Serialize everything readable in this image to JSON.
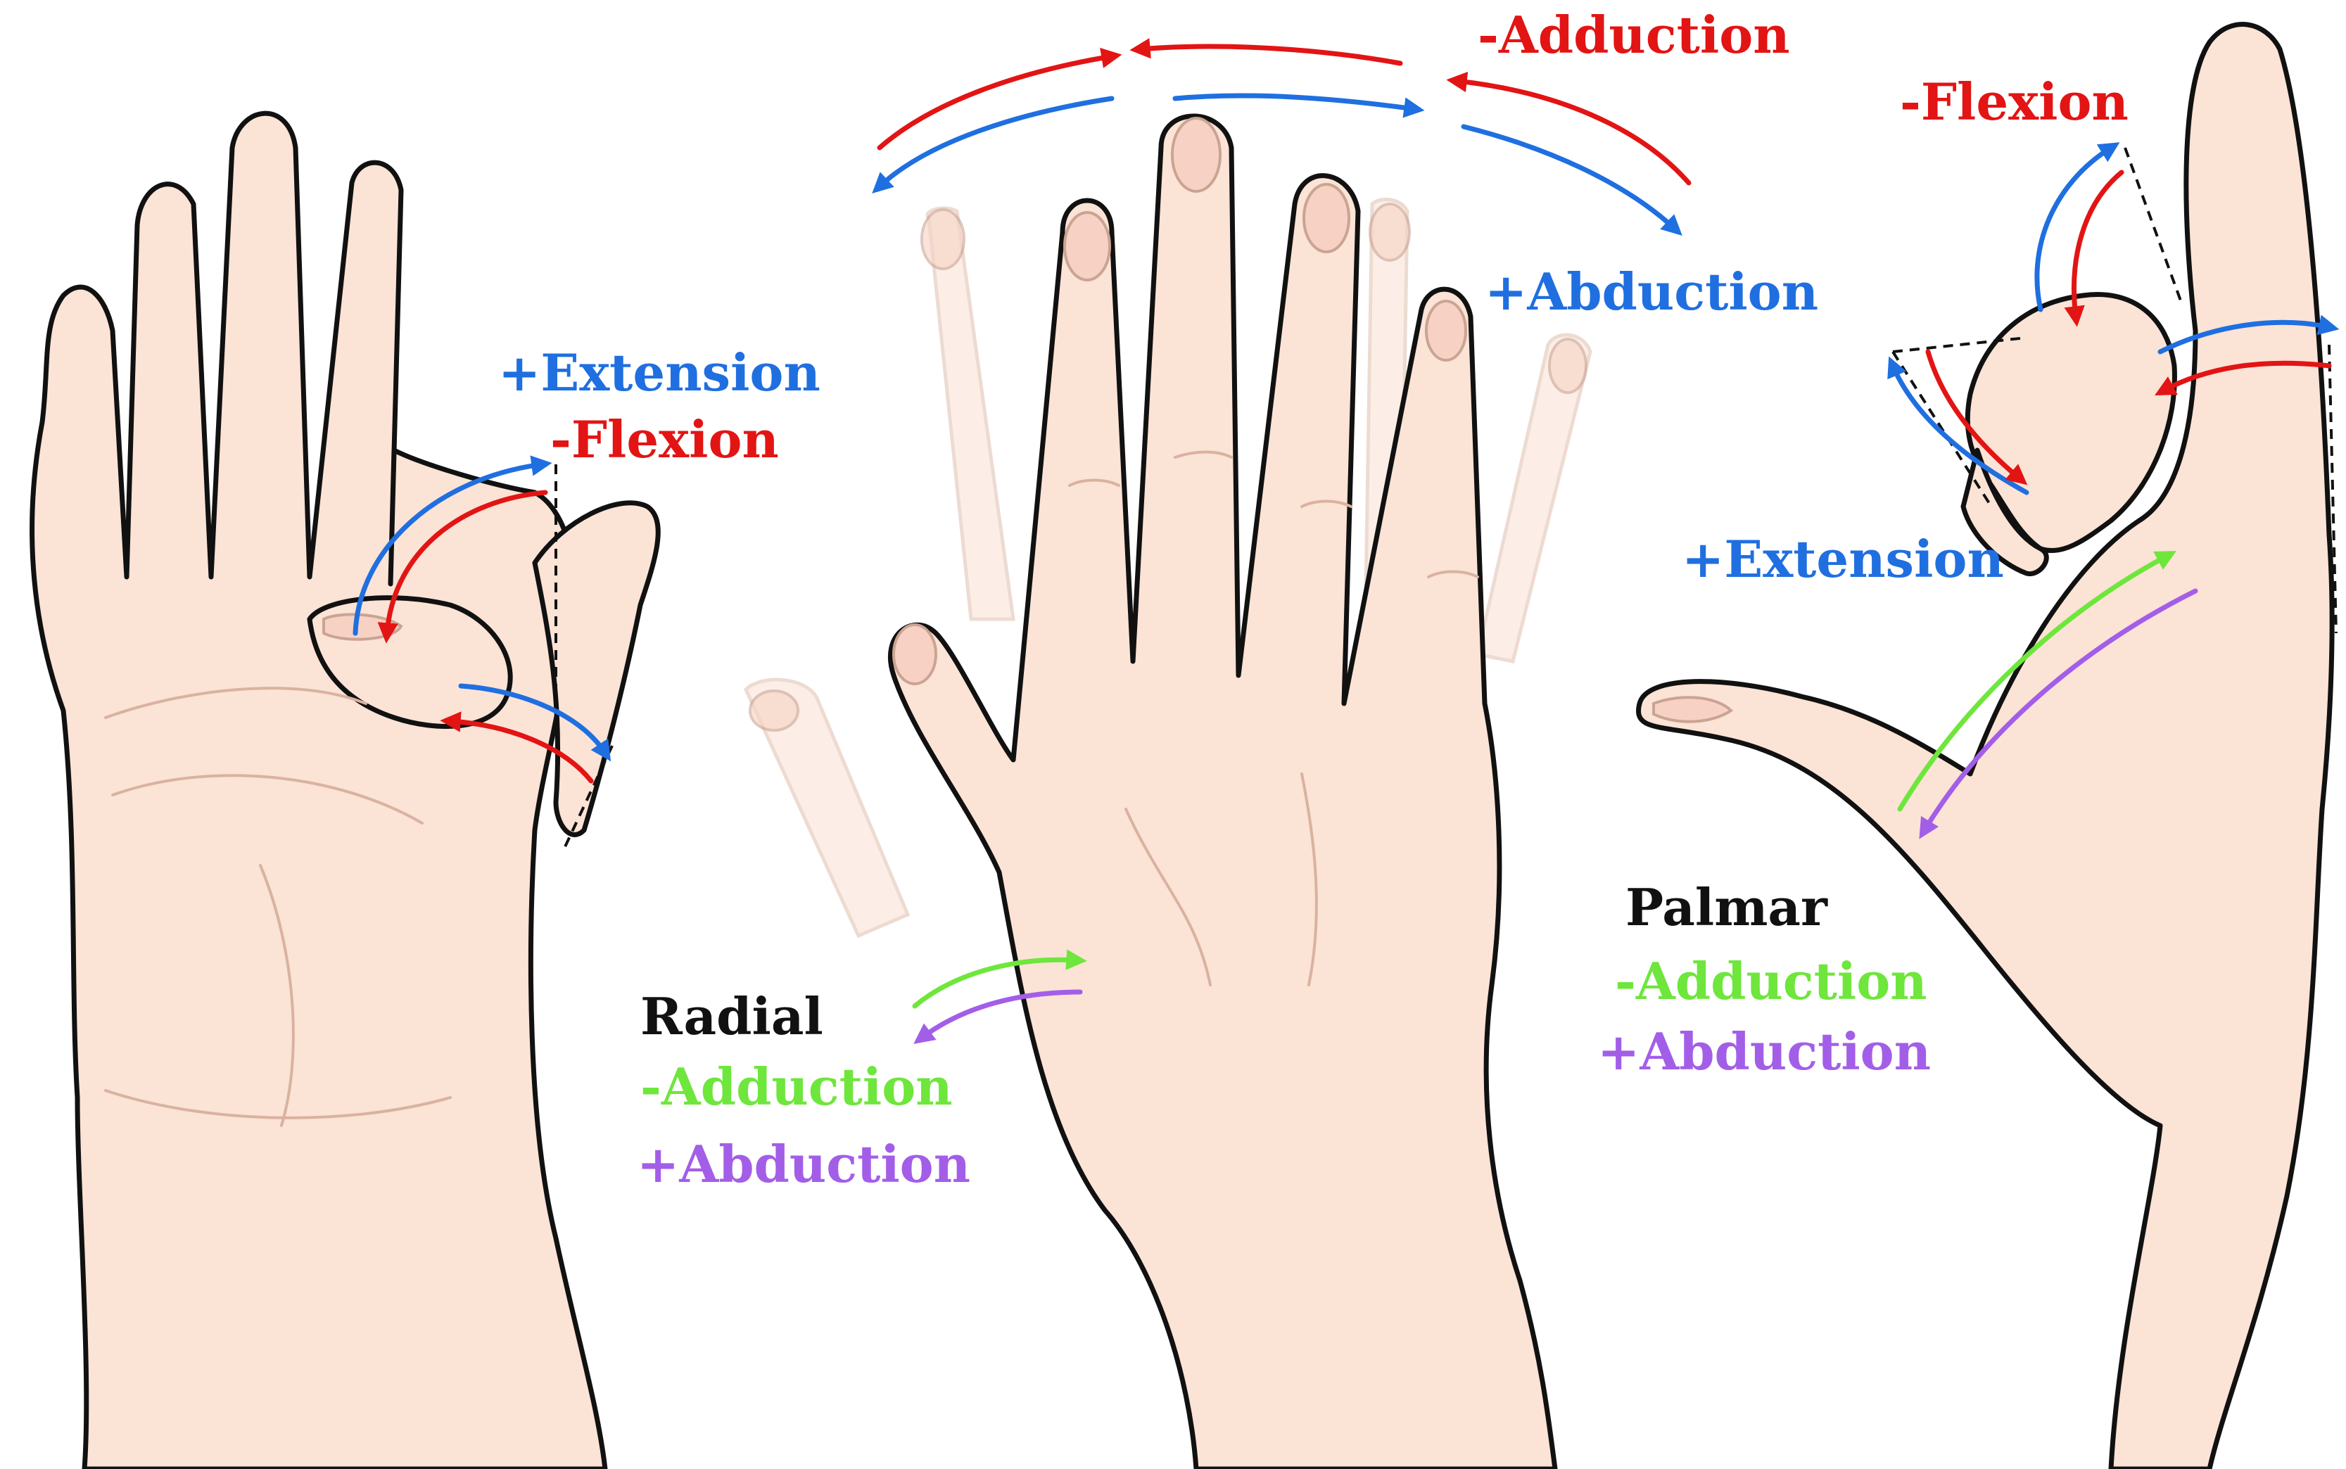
{
  "colors": {
    "extension": "#1f6fe0",
    "flexion": "#e31414",
    "abduction": "#1f6fe0",
    "adduction": "#e31414",
    "green": "#6ee63c",
    "purple": "#a35ee8",
    "black": "#111111",
    "skin": "#fbe3d6"
  },
  "left": {
    "extension": "+Extension",
    "flexion": "-Flexion"
  },
  "middle": {
    "adduction": "-Adduction",
    "abduction": "+Abduction",
    "radial_title": "Radial",
    "radial_adduction": "-Adduction",
    "radial_abduction": "+Abduction"
  },
  "right": {
    "flexion": "-Flexion",
    "extension": "+Extension",
    "palmar_title": "Palmar",
    "palmar_adduction": "-Adduction",
    "palmar_abduction": "+Abduction"
  }
}
